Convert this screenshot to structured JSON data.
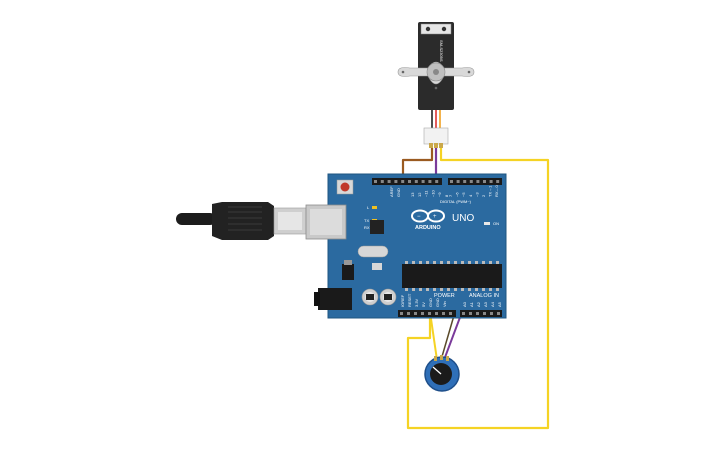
{
  "servo": {
    "model_label": "SM-S2309S"
  },
  "arduino": {
    "brand_label": "ARDUINO",
    "model_label": "UNO",
    "digital_header_label": "DIGITAL (PWM~)",
    "power_label": "POWER",
    "analog_label": "ANALOG IN",
    "on_label": "ON",
    "l_label": "L",
    "tx_label": "TX",
    "rx_label": "RX",
    "aref_label": "AREF",
    "gnd_label": "GND",
    "digital_pins": [
      "13",
      "12",
      "~11",
      "~10",
      "~9",
      "8",
      "7",
      "~6",
      "~5",
      "4",
      "~3",
      "2",
      "TX→1",
      "RX←0"
    ],
    "power_pins": [
      "IOREF",
      "RESET",
      "3.3V",
      "5V",
      "GND",
      "GND",
      "Vin"
    ],
    "analog_pins": [
      "A0",
      "A1",
      "A2",
      "A3",
      "A4",
      "A5"
    ]
  },
  "colors": {
    "board": "#2b6aa0",
    "board_edge": "#1f5580",
    "wire_yellow": "#f5d324",
    "wire_brown": "#9a5a20",
    "wire_purple": "#7a3a9a",
    "servo_body": "#2b2b2b",
    "pot_knob": "#2f6fb8"
  }
}
